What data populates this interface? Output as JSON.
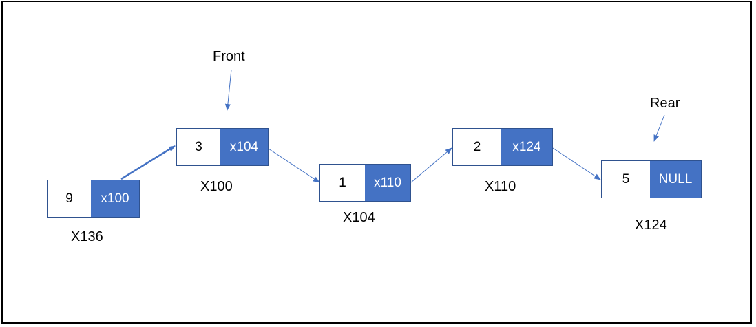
{
  "nodes": [
    {
      "value": "9",
      "next": "x100",
      "address": "X136"
    },
    {
      "value": "3",
      "next": "x104",
      "address": "X100"
    },
    {
      "value": "1",
      "next": "x110",
      "address": "X104"
    },
    {
      "value": "2",
      "next": "x124",
      "address": "X110"
    },
    {
      "value": "5",
      "next": "NULL",
      "address": "X124"
    }
  ],
  "labels": {
    "front": "Front",
    "rear": "Rear"
  },
  "colors": {
    "pointer_fill": "#4472c4",
    "border": "#2f528f",
    "arrow": "#4472c4"
  }
}
